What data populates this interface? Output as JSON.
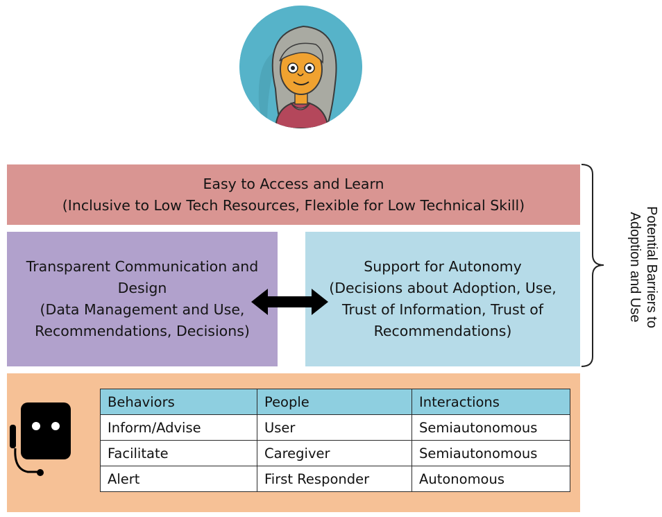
{
  "top_box": {
    "title": "Easy to Access and Learn",
    "detail": "(Inclusive to Low Tech Resources, Flexible for Low Technical Skill)"
  },
  "left_box": {
    "lines": [
      "Transparent Communication and",
      "Design",
      "(Data Management and Use,",
      "Recommendations, Decisions)"
    ]
  },
  "right_box": {
    "lines": [
      "Support for Autonomy",
      "(Decisions about Adoption, Use,",
      "Trust of Information, Trust of",
      "Recommendations)"
    ]
  },
  "side_label": {
    "lines": [
      "Potential Barriers to",
      "Adoption and Use"
    ]
  },
  "table": {
    "headers": [
      "Behaviors",
      "People",
      "Interactions"
    ],
    "rows": [
      [
        "Inform/Advise",
        "User",
        "Semiautonomous"
      ],
      [
        "Facilitate",
        "Caregiver",
        "Semiautonomous"
      ],
      [
        "Alert",
        "First Responder",
        "Autonomous"
      ]
    ]
  },
  "colors": {
    "top_box": "#d99592",
    "left_box": "#b1a1cc",
    "right_box": "#b6dbe8",
    "bottom_box": "#f6c196",
    "table_header": "#8ecfe0",
    "avatar_bg": "#56b3c9"
  },
  "icons": [
    "older-woman-avatar-icon",
    "double-headed-arrow-icon",
    "right-brace-icon",
    "robot-headset-icon"
  ]
}
